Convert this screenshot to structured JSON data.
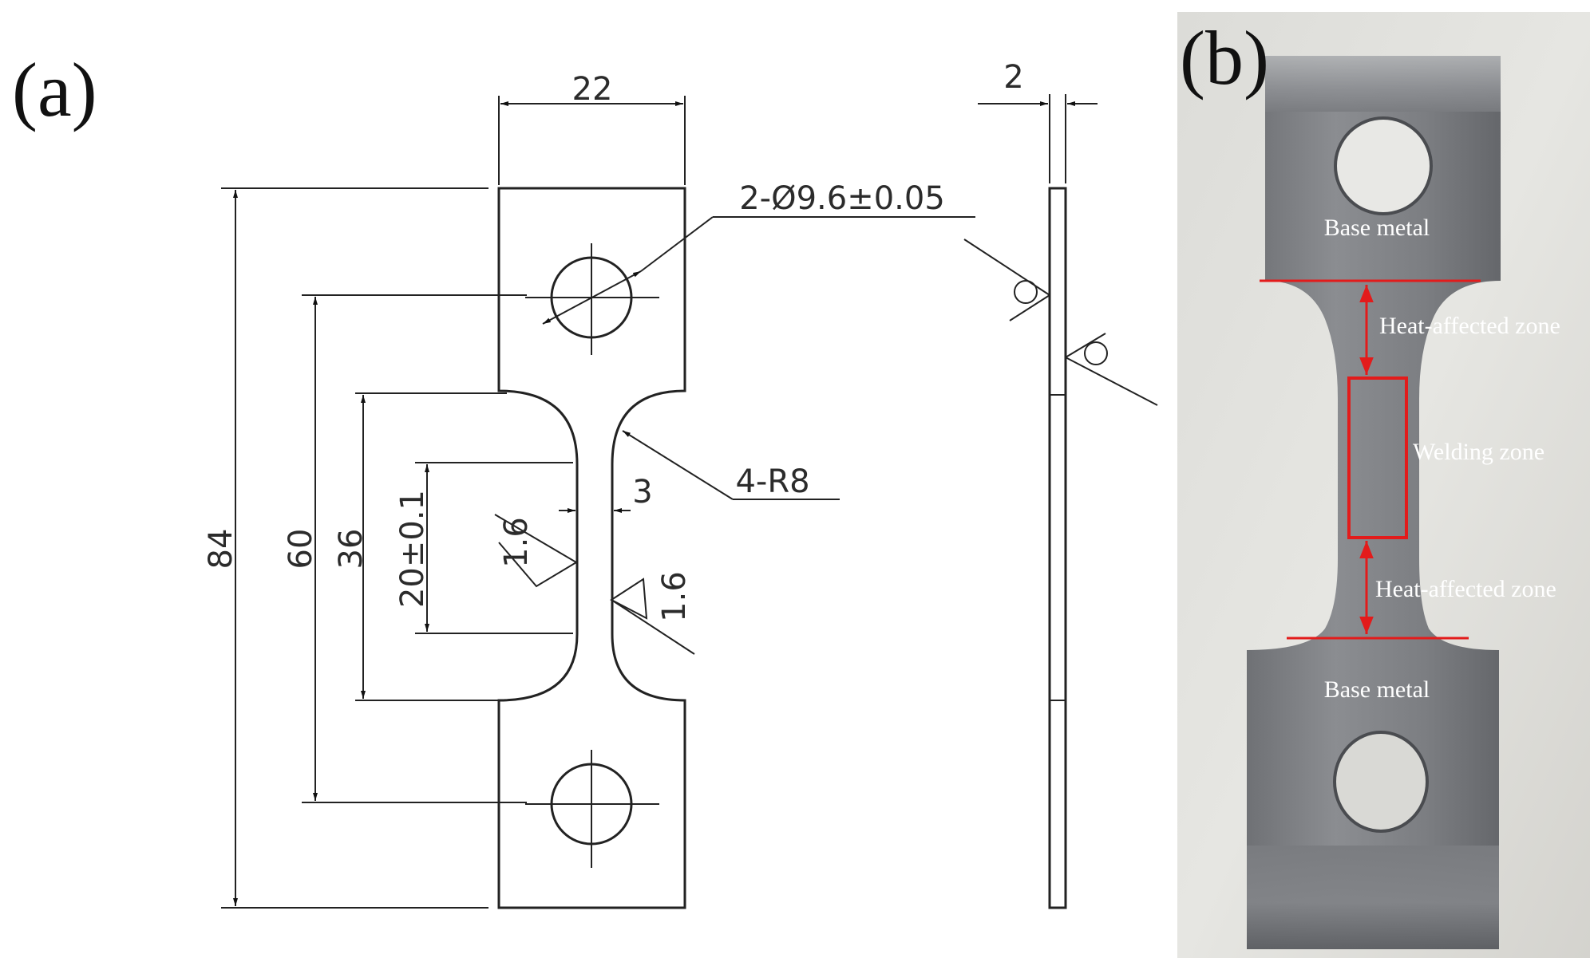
{
  "panel_a": {
    "label": "(a)",
    "dimensions": {
      "width": "22",
      "thickness": "2",
      "total_length": "84",
      "hole_spacing": "60",
      "reduced_section_length": "36",
      "gauge_length": "20±0.1",
      "gauge_width": "3",
      "hole_diameter": "2-Ø9.6±0.05",
      "fillet_radius": "4-R8",
      "roughness_left": "1.6",
      "roughness_right": "1.6"
    }
  },
  "panel_b": {
    "label": "(b)",
    "zones": {
      "base_metal_top": "Base metal",
      "haz_top": "Heat-affected zone",
      "welding": "Welding zone",
      "haz_bottom": "Heat-affected zone",
      "base_metal_bottom": "Base metal"
    },
    "colors": {
      "annotation": "#e31b1b",
      "label_text": "#ffffff"
    }
  }
}
